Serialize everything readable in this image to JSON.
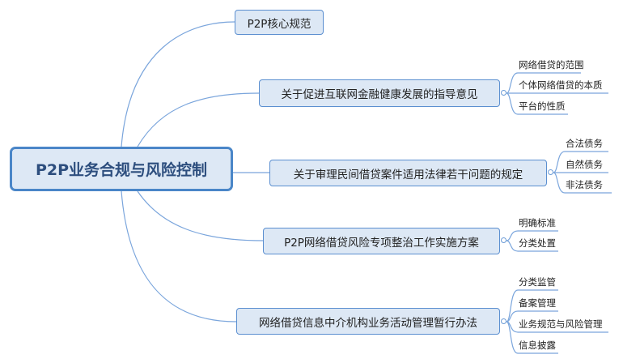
{
  "root": "P2P业务合规与风险控制",
  "branches": [
    {
      "label": "P2P核心规范",
      "children": []
    },
    {
      "label": "关于促进互联网金融健康发展的指导意见",
      "children": [
        "网络借贷的范围",
        "个体网络借贷的本质",
        "平台的性质"
      ]
    },
    {
      "label": "关于审理民间借贷案件适用法律若干问题的规定",
      "children": [
        "合法债务",
        "自然债务",
        "非法债务"
      ]
    },
    {
      "label": "P2P网络借贷风险专项整治工作实施方案",
      "children": [
        "明确标准",
        "分类处置"
      ]
    },
    {
      "label": "网络借贷信息中介机构业务活动管理暂行办法",
      "children": [
        "分类监管",
        "备案管理",
        "业务规范与风险管理",
        "信息披露"
      ]
    }
  ],
  "colors": {
    "line": "#6b9bd6",
    "node_bg": "#dde8f5",
    "root_border": "#4a86c8"
  }
}
